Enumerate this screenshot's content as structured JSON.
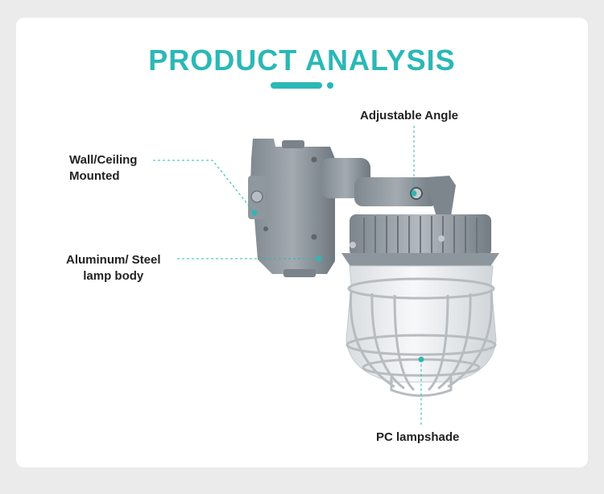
{
  "title": "PRODUCT ANALYSIS",
  "colors": {
    "accent": "#2bb8b6",
    "housing": "#8b949b",
    "text": "#222222"
  },
  "callouts": {
    "adjustable_angle": "Adjustable Angle",
    "mount": "Wall/Ceiling\nMounted",
    "body": "Aluminum/ Steel\nlamp body",
    "lampshade": "PC lampshade"
  }
}
